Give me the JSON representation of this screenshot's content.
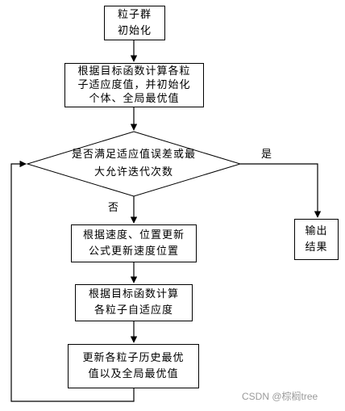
{
  "nodes": {
    "init": {
      "line1": "粒子群",
      "line2": "初始化"
    },
    "calc_fitness": {
      "line1": "根据目标函数计算各粒",
      "line2": "子适应度值，并初始化",
      "line3": "个体、全局最优值"
    },
    "decision": {
      "line1": "是否满足适应值误差或最",
      "line2": "大允许迭代次数"
    },
    "update_velocity": {
      "line1": "根据速度、位置更新",
      "line2": "公式更新速度位置"
    },
    "calc_self_fitness": {
      "line1": "根据目标函数计算",
      "line2": "各粒子自适应度"
    },
    "update_best": {
      "line1": "更新各粒子历史最优",
      "line2": "值以及全局最优值"
    },
    "output": {
      "line1": "输出",
      "line2": "结果"
    }
  },
  "edges": {
    "yes_label": "是",
    "no_label": "否"
  },
  "watermark": "CSDN @棕榈tree",
  "colors": {
    "stroke": "#000000",
    "background": "#ffffff",
    "watermark": "#9a9a9a"
  }
}
